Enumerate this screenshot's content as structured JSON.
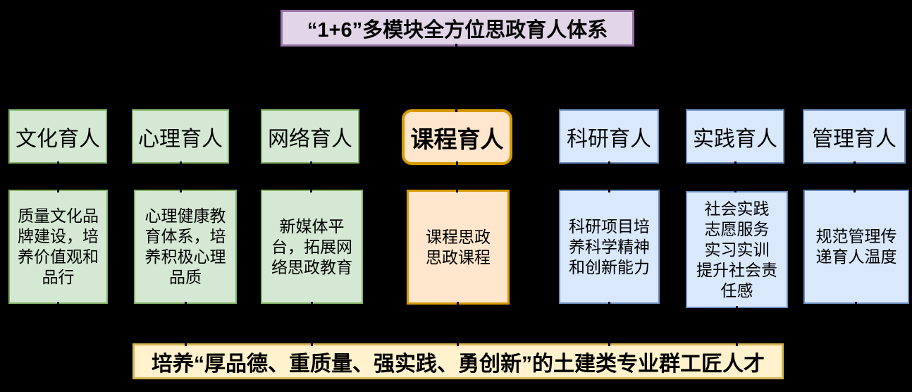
{
  "title": {
    "text": "“1+6”多模块全方位思政育人体系"
  },
  "columns": [
    {
      "id": "culture",
      "header": "文化育人",
      "desc": "质量文化品\n牌建设，培\n养价值观和\n品行"
    },
    {
      "id": "psychology",
      "header": "心理育人",
      "desc": "心理健康教\n育体系，培\n养积极心理\n品质"
    },
    {
      "id": "network",
      "header": "网络育人",
      "desc": "新媒体平\n台，拓展网\n络思政教育"
    },
    {
      "id": "curriculum",
      "header": "课程育人",
      "desc": "课程思政\n思政课程"
    },
    {
      "id": "research",
      "header": "科研育人",
      "desc": "科研项目培\n养科学精神\n和创新能力"
    },
    {
      "id": "practice",
      "header": "实践育人",
      "desc": "社会实践\n志愿服务\n实习实训\n提升社会责\n任感"
    },
    {
      "id": "management",
      "header": "管理育人",
      "desc": "规范管理传\n递育人温度"
    }
  ],
  "footer": {
    "text": "培养“厚品德、重质量、强实践、勇创新”的土建类专业群工匠人才"
  },
  "colors": {
    "background": "#000000",
    "text": "#000000",
    "green-fill": "#d5e8d4",
    "green-stroke": "#82b366",
    "blue-fill": "#dae8fc",
    "blue-stroke": "#6c8ebf",
    "orange-fill": "#ffe6cc",
    "orange-stroke": "#d79b00",
    "purple-fill": "#e1d5e7",
    "purple-stroke": "#9673a6",
    "yellow-fill": "#fff2cc",
    "yellow-stroke": "#d6b656"
  }
}
